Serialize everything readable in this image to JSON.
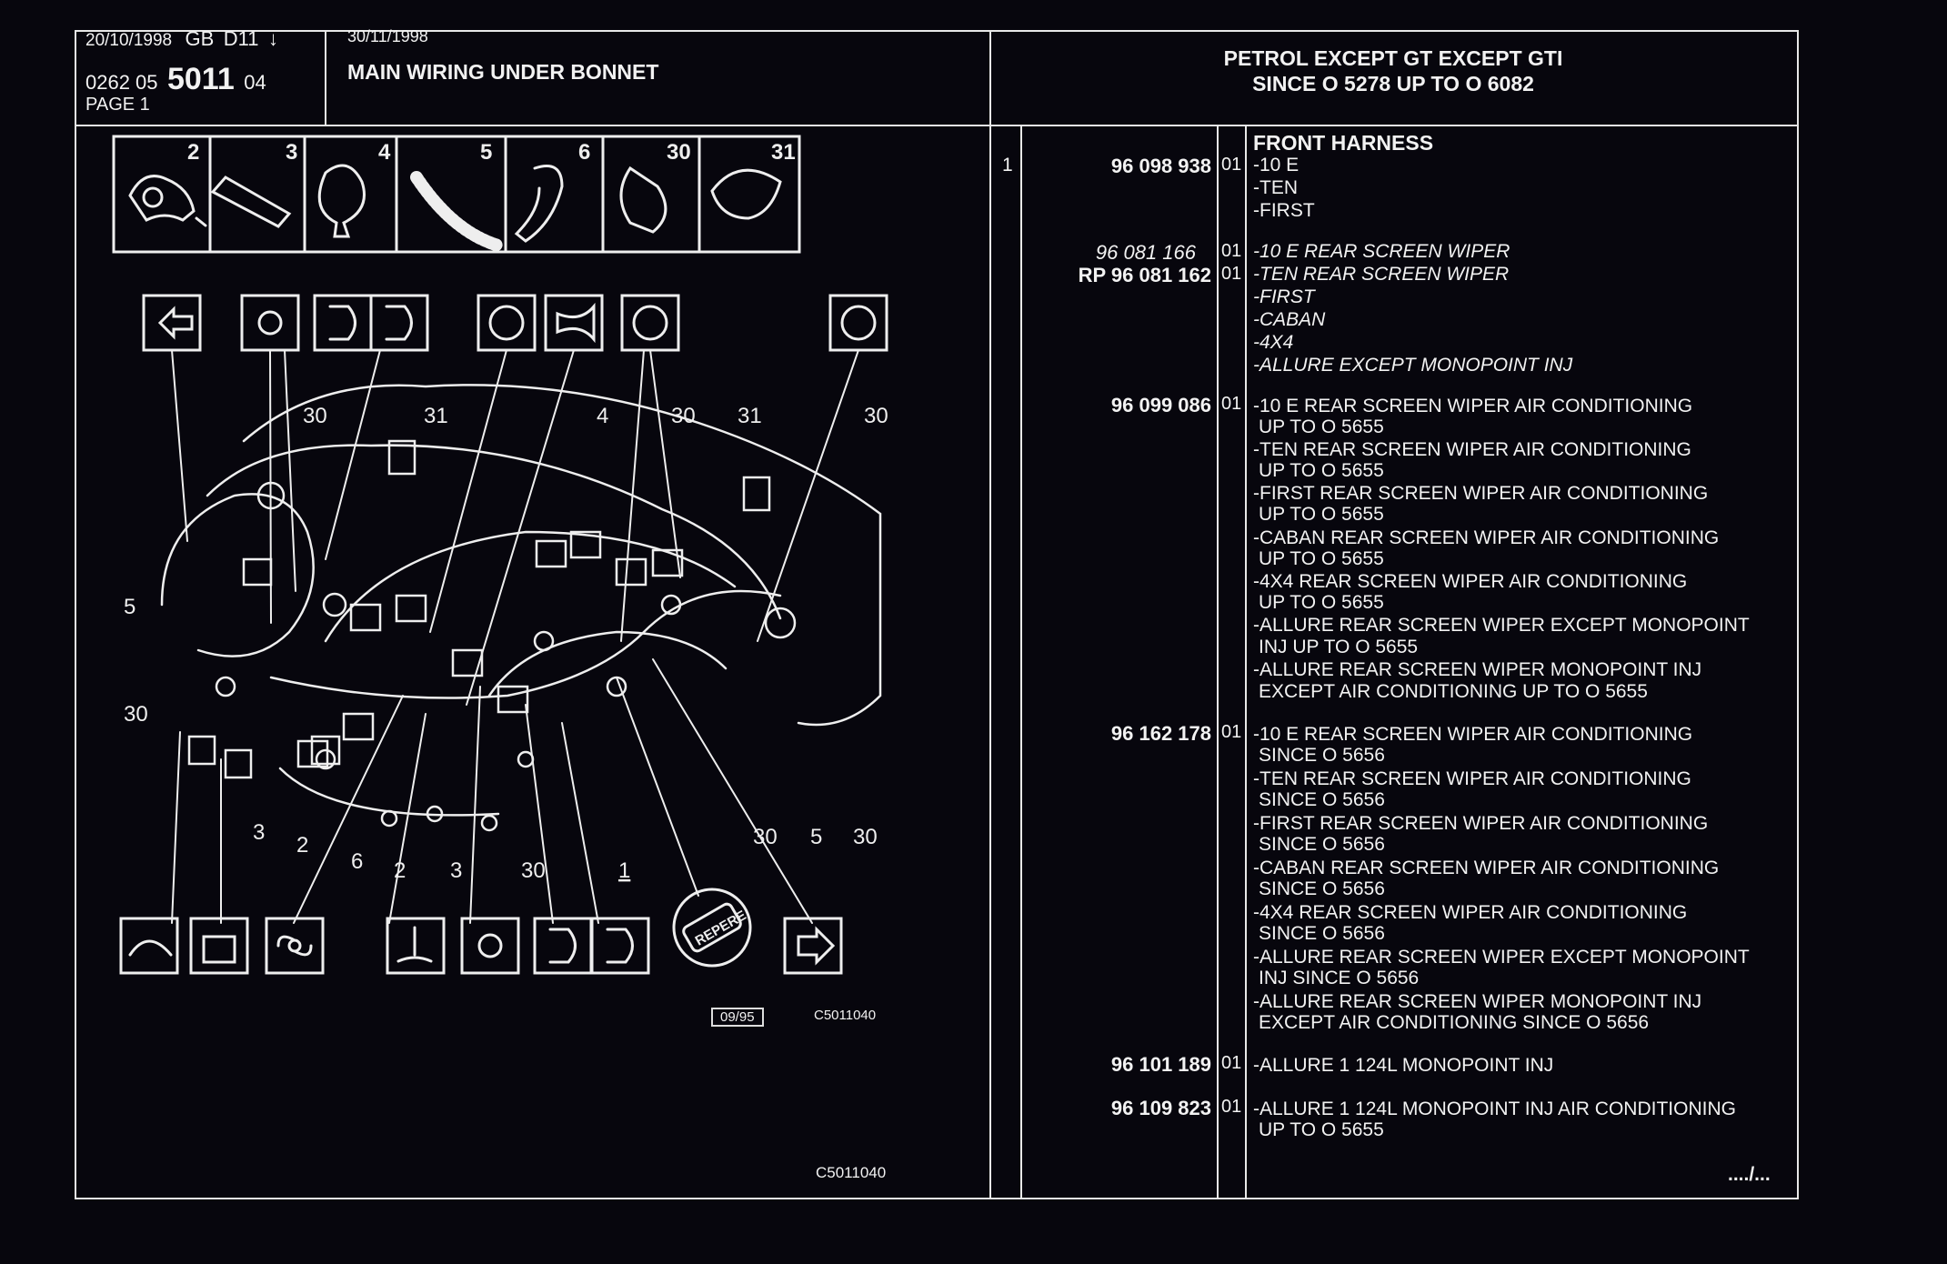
{
  "header": {
    "date_left": "20/10/1998",
    "lang_code": "GB",
    "doc_code": "D11",
    "arrow": "↓",
    "catalogue_prefix": "0262 05",
    "catalogue_number": "5011",
    "catalogue_suffix": "04",
    "page_label": "PAGE 1",
    "date_right": "30/11/1998",
    "section_title": "MAIN WIRING UNDER BONNET",
    "scope_line1": "PETROL EXCEPT GT EXCEPT GTI",
    "scope_line2": "SINCE O 5278 UP TO O 6082"
  },
  "diagram": {
    "part_tiles": [
      "2",
      "3",
      "4",
      "5",
      "6",
      "30",
      "31"
    ],
    "callouts": [
      "30",
      "31",
      "4",
      "30",
      "31",
      "30",
      "5",
      "30",
      "3",
      "2",
      "6",
      "2",
      "3",
      "30",
      "1",
      "30",
      "5",
      "30"
    ],
    "stamp_text": "REPERE",
    "revision_box": "09/95",
    "image_code": "C5011040",
    "image_code_bottom": "C5011040"
  },
  "parts": [
    {
      "item": "1",
      "ref": "96 098 938",
      "ver": "01",
      "lines": [
        "FRONT HARNESS",
        "-10 E",
        "-TEN",
        "-FIRST"
      ]
    },
    {
      "item": "",
      "ref_old": "96 081 166",
      "ref": "RP 96 081 162",
      "ver": "01",
      "ver_old": "01",
      "lines": [
        "-10 E REAR SCREEN WIPER",
        "-TEN REAR SCREEN WIPER",
        "-FIRST",
        "-CABAN",
        "-4X4",
        "-ALLURE EXCEPT MONOPOINT INJ"
      ]
    },
    {
      "item": "",
      "ref": "96 099 086",
      "ver": "01",
      "lines": [
        "-10 E REAR SCREEN WIPER AIR CONDITIONING",
        "UP TO O 5655",
        "-TEN REAR SCREEN WIPER AIR CONDITIONING",
        "UP TO O 5655",
        "-FIRST REAR SCREEN WIPER AIR CONDITIONING",
        "UP TO O 5655",
        "-CABAN REAR SCREEN WIPER AIR CONDITIONING",
        "UP TO O 5655",
        "-4X4 REAR SCREEN WIPER AIR CONDITIONING",
        "UP TO O 5655",
        "-ALLURE REAR SCREEN WIPER EXCEPT MONOPOINT",
        "INJ UP TO O 5655",
        "-ALLURE REAR SCREEN WIPER MONOPOINT INJ",
        "EXCEPT AIR CONDITIONING UP TO O 5655"
      ]
    },
    {
      "item": "",
      "ref": "96 162 178",
      "ver": "01",
      "lines": [
        "-10 E REAR SCREEN WIPER AIR CONDITIONING",
        "SINCE O 5656",
        "-TEN REAR SCREEN WIPER AIR CONDITIONING",
        "SINCE O 5656",
        "-FIRST REAR SCREEN WIPER AIR CONDITIONING",
        "SINCE O 5656",
        "-CABAN REAR SCREEN WIPER AIR CONDITIONING",
        "SINCE O 5656",
        "-4X4 REAR SCREEN WIPER AIR CONDITIONING",
        "SINCE O 5656",
        "-ALLURE REAR SCREEN WIPER EXCEPT MONOPOINT",
        "INJ SINCE O 5656",
        "-ALLURE REAR SCREEN WIPER MONOPOINT INJ",
        "EXCEPT AIR CONDITIONING SINCE O 5656"
      ]
    },
    {
      "item": "",
      "ref": "96 101 189",
      "ver": "01",
      "lines": [
        "-ALLURE 1 124L MONOPOINT INJ"
      ]
    },
    {
      "item": "",
      "ref": "96 109 823",
      "ver": "01",
      "lines": [
        "-ALLURE 1 124L MONOPOINT INJ AIR CONDITIONING",
        "UP TO O 5655"
      ]
    }
  ],
  "continued": "..../..."
}
